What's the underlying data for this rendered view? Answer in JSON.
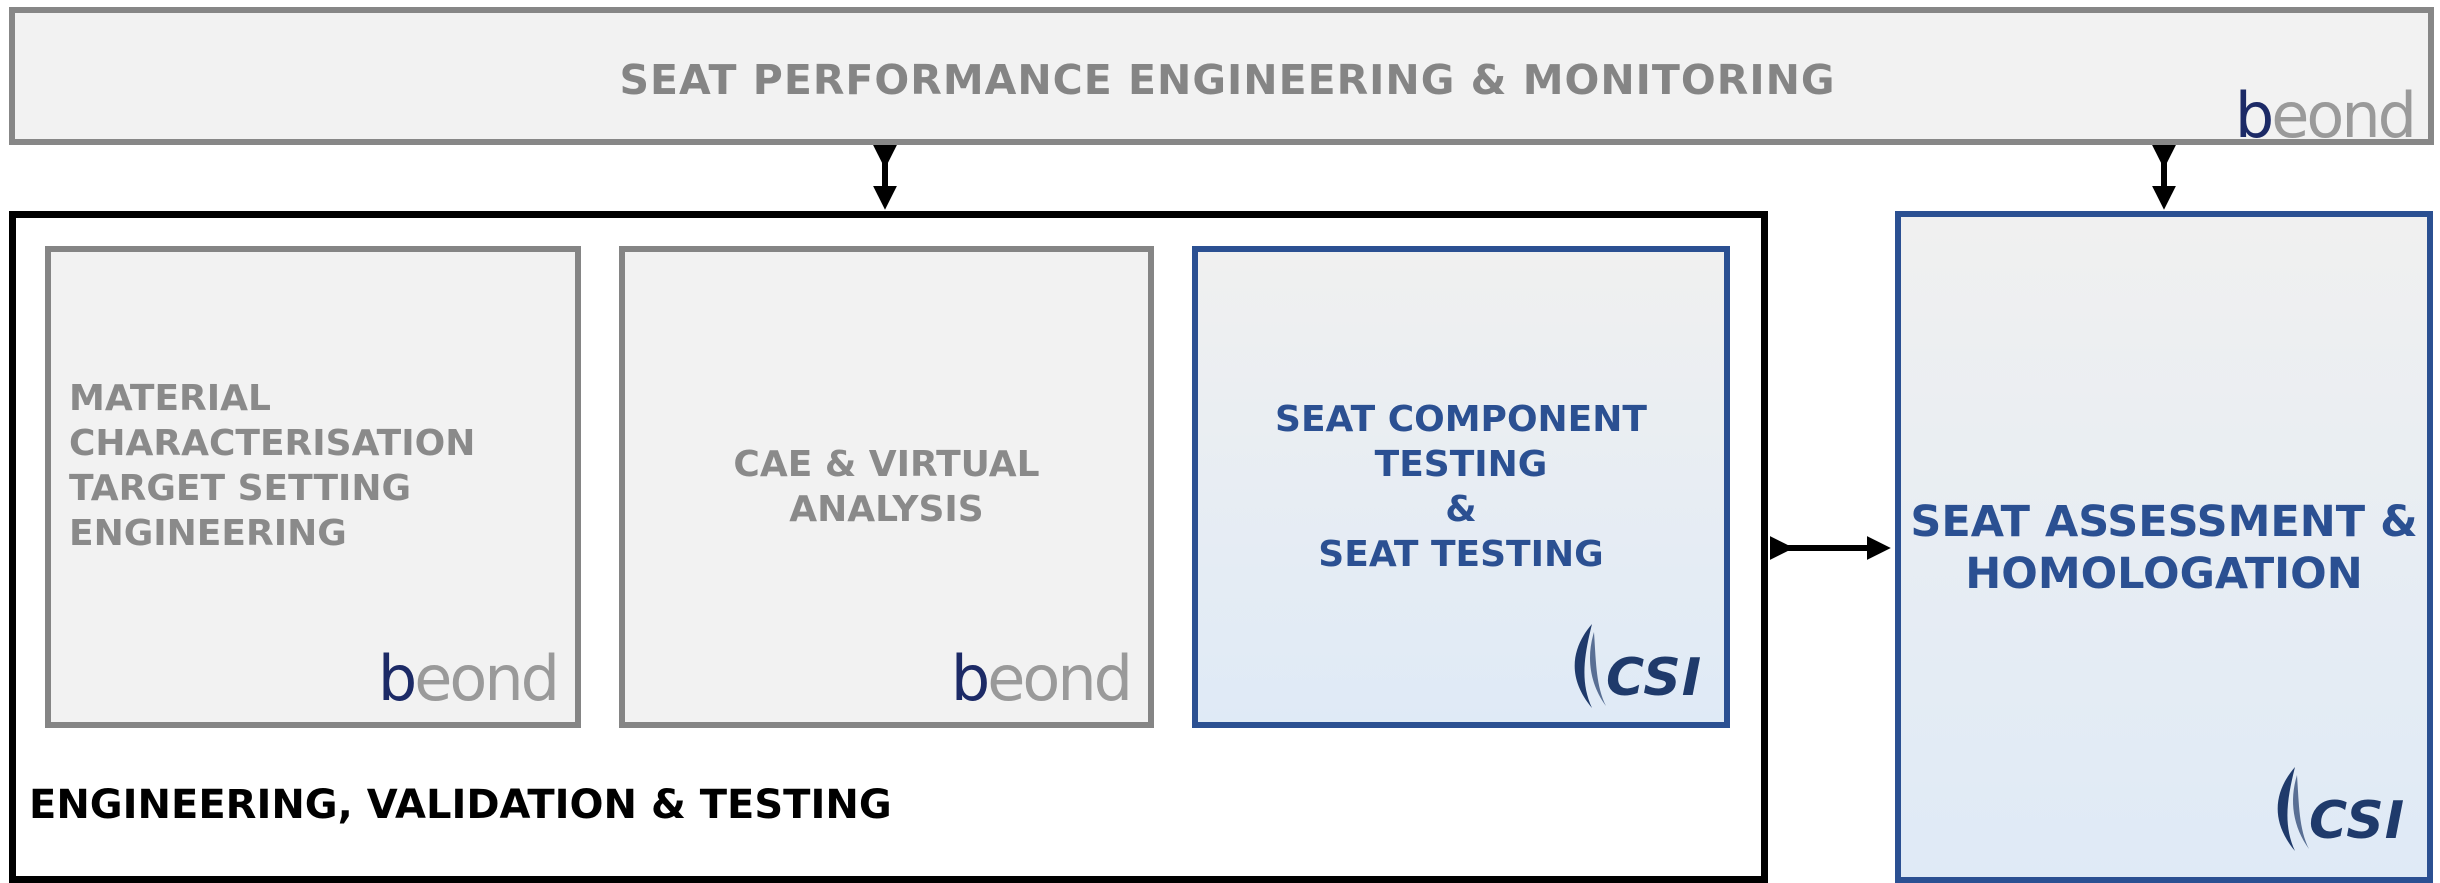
{
  "top": {
    "title": "SEAT PERFORMANCE ENGINEERING & MONITORING",
    "logo": "beond"
  },
  "engineering": {
    "label": "ENGINEERING, VALIDATION & TESTING"
  },
  "boxes": {
    "material": {
      "lines": [
        "MATERIAL",
        "CHARACTERISATION",
        "TARGET SETTING",
        "ENGINEERING"
      ],
      "logo": "beond"
    },
    "cae": {
      "lines": [
        "CAE & VIRTUAL",
        "ANALYSIS"
      ],
      "logo": "beond"
    },
    "component": {
      "lines": [
        "SEAT COMPONENT",
        "TESTING",
        "&",
        "SEAT TESTING"
      ],
      "logo": "CSI"
    },
    "assessment": {
      "lines": [
        "SEAT ASSESSMENT &",
        "HOMOLOGATION"
      ],
      "logo": "CSI"
    }
  },
  "colors": {
    "grey_border": "#858585",
    "grey_fill": "#f2f2f2",
    "blue": "#2b5092",
    "beond_b": "#1c2a66"
  }
}
